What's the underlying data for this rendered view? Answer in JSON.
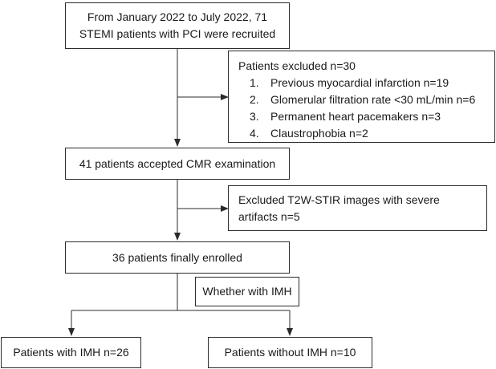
{
  "start": {
    "line1": "From January 2022 to July 2022, 71",
    "line2": "STEMI patients with PCI were recruited"
  },
  "exclusion1": {
    "title": "Patients excluded n=30",
    "items": [
      {
        "num": "1.",
        "text": "Previous myocardial infarction n=19"
      },
      {
        "num": "2.",
        "text": "Glomerular filtration rate <30 mL/min n=6"
      },
      {
        "num": "3.",
        "text": "Permanent heart pacemakers n=3"
      },
      {
        "num": "4.",
        "text": "Claustrophobia n=2"
      }
    ]
  },
  "cmr": {
    "label": "41 patients accepted CMR examination"
  },
  "exclusion2": {
    "line1": "Excluded T2W-STIR images with severe",
    "line2": "artifacts n=5"
  },
  "enrolled": {
    "label": "36 patients finally enrolled"
  },
  "split": {
    "label": "Whether with IMH"
  },
  "group_imh": {
    "label": "Patients with IMH n=26"
  },
  "group_no_imh": {
    "label": "Patients without IMH n=10"
  }
}
